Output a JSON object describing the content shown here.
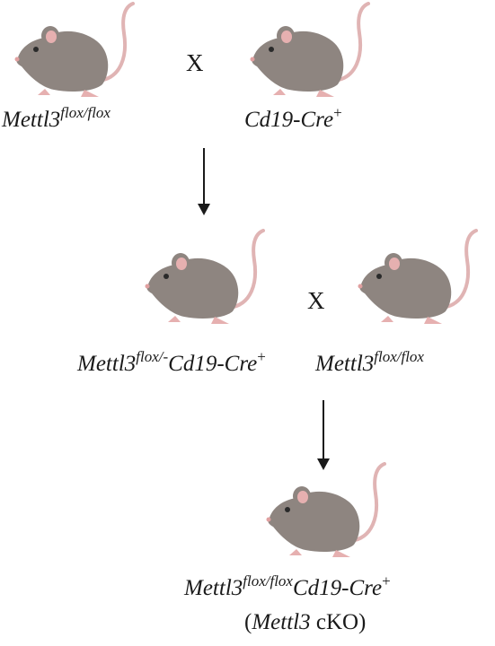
{
  "cross_symbol": "X",
  "gen1": {
    "left_label": {
      "gene": "Mettl3",
      "sup": "flox/flox"
    },
    "right_label": {
      "gene": "Cd19-Cre",
      "sup": "+"
    }
  },
  "gen2": {
    "left_label": {
      "gene": "Mettl3",
      "sup": "flox/-",
      "gene2": "Cd19-Cre",
      "sup2": "+"
    },
    "right_label": {
      "gene": "Mettl3",
      "sup": "flox/flox"
    }
  },
  "gen3": {
    "label": {
      "gene": "Mettl3",
      "sup": "flox/flox",
      "gene2": "Cd19-Cre",
      "sup2": "+"
    },
    "sublabel": {
      "open": "(",
      "gene": "Mettl3",
      "suffix": " cKO)"
    }
  },
  "colors": {
    "mouse_body": "#8e8580",
    "ear": "#e6b0b0",
    "tail": "#e0b4b4",
    "eye": "#2a2a2a"
  }
}
